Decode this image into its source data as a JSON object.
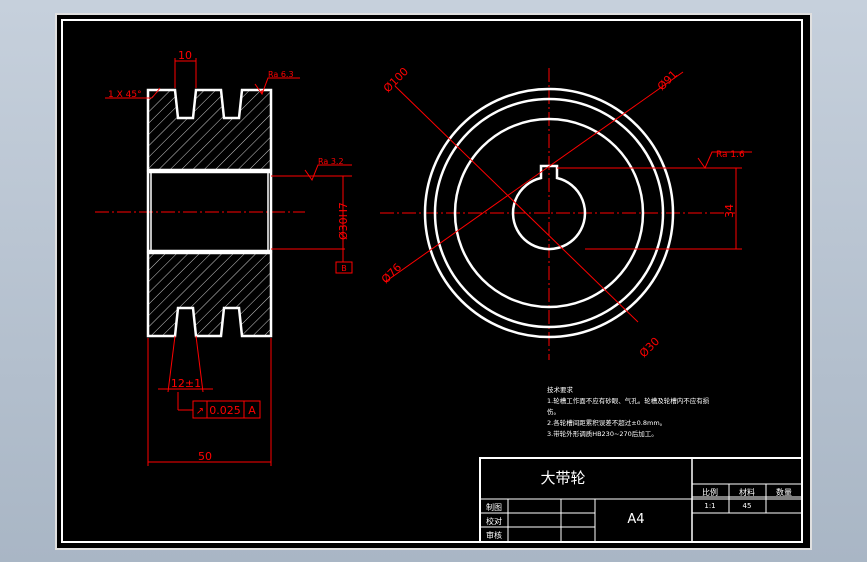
{
  "drawing": {
    "dims": {
      "groove_width": "10",
      "chamfer": "1 X 45°",
      "surface_top": "Ra 6.3",
      "surface_bore": "Ra 3.2",
      "bore": "Ø30H7",
      "datum": "B",
      "groove_pitch": "12±1",
      "width": "50",
      "dia_outer": "Ø100",
      "dia_rim": "Ø91",
      "dia_hub": "Ø76",
      "dia_bore": "Ø30",
      "key_height": "34",
      "surface_key": "Ra 1.6"
    },
    "tolerance": {
      "symbol": "↗",
      "value": "0.025",
      "datum": "A"
    },
    "notes": {
      "title": "技术要求",
      "line1": "1.轮槽工作面不应有砂眼、气孔。轮槽及轮槽内不应有损",
      "line2": "伤。",
      "line3": "2.各轮槽间距累积误差不超过±0.8mm。",
      "line4": "3.带轮外形调质HB230~270后加工。"
    },
    "title_block": {
      "part_name": "大带轮",
      "sheet": "A4",
      "scale_label": "比例",
      "material_label": "材料",
      "qty_label": "数量",
      "scale_value": "1:1",
      "material_value": "45",
      "draw_label": "制图",
      "check_label": "校对",
      "approve_label": "审核"
    }
  }
}
